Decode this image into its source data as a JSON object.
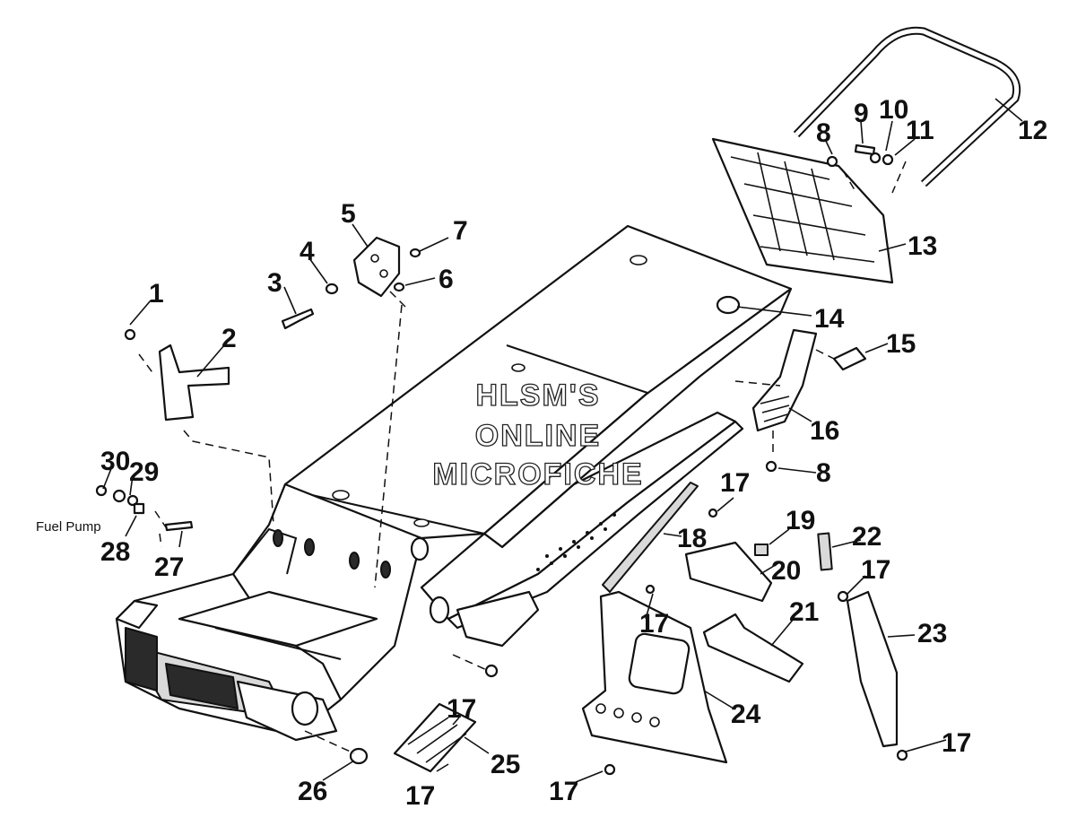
{
  "diagram": {
    "callouts": [
      {
        "id": "c1",
        "text": "1"
      },
      {
        "id": "c2",
        "text": "2"
      },
      {
        "id": "c3",
        "text": "3"
      },
      {
        "id": "c4",
        "text": "4"
      },
      {
        "id": "c5",
        "text": "5"
      },
      {
        "id": "c6",
        "text": "6"
      },
      {
        "id": "c7",
        "text": "7"
      },
      {
        "id": "c8a",
        "text": "8"
      },
      {
        "id": "c8b",
        "text": "8"
      },
      {
        "id": "c9",
        "text": "9"
      },
      {
        "id": "c10",
        "text": "10"
      },
      {
        "id": "c11",
        "text": "11"
      },
      {
        "id": "c12",
        "text": "12"
      },
      {
        "id": "c13",
        "text": "13"
      },
      {
        "id": "c14",
        "text": "14"
      },
      {
        "id": "c15",
        "text": "15"
      },
      {
        "id": "c16",
        "text": "16"
      },
      {
        "id": "c17a",
        "text": "17"
      },
      {
        "id": "c17b",
        "text": "17"
      },
      {
        "id": "c17c",
        "text": "17"
      },
      {
        "id": "c17d",
        "text": "17"
      },
      {
        "id": "c17e",
        "text": "17"
      },
      {
        "id": "c17f",
        "text": "17"
      },
      {
        "id": "c17g",
        "text": "17"
      },
      {
        "id": "c18",
        "text": "18"
      },
      {
        "id": "c19",
        "text": "19"
      },
      {
        "id": "c20",
        "text": "20"
      },
      {
        "id": "c21",
        "text": "21"
      },
      {
        "id": "c22",
        "text": "22"
      },
      {
        "id": "c23",
        "text": "23"
      },
      {
        "id": "c24",
        "text": "24"
      },
      {
        "id": "c25",
        "text": "25"
      },
      {
        "id": "c26",
        "text": "26"
      },
      {
        "id": "c27",
        "text": "27"
      },
      {
        "id": "c28",
        "text": "28"
      },
      {
        "id": "c29",
        "text": "29"
      },
      {
        "id": "c30",
        "text": "30"
      }
    ],
    "side_label": "Fuel Pump",
    "watermark": [
      "HLSM'S",
      "ONLINE",
      "MICROFICHE"
    ]
  }
}
